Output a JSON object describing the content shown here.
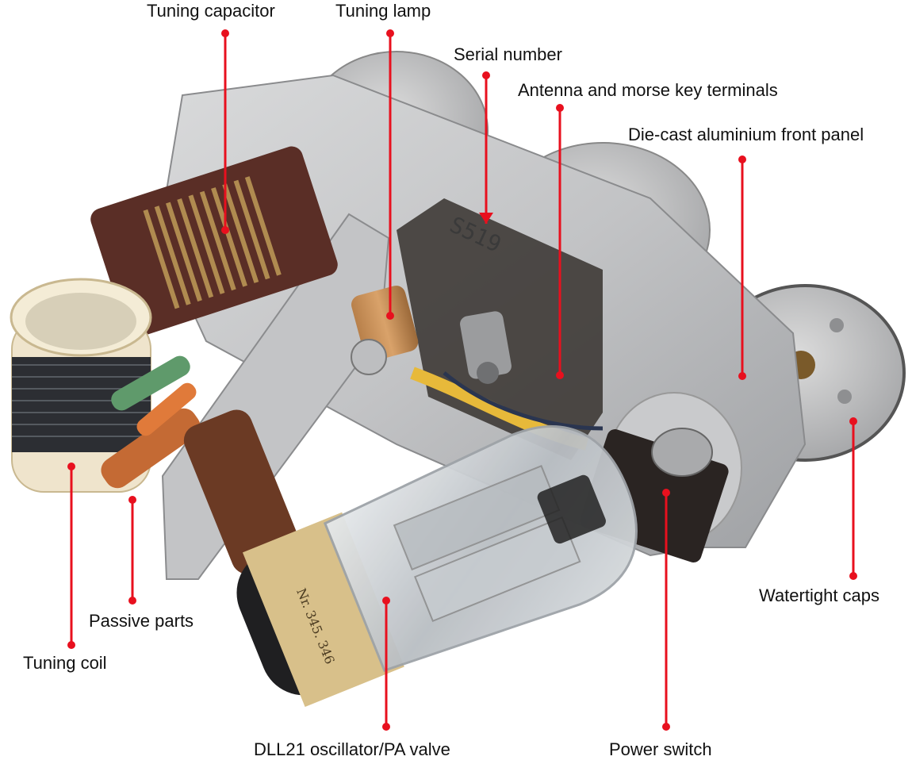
{
  "annotation_color": "#e8101e",
  "labels": {
    "tuning_capacitor": "Tuning capacitor",
    "tuning_lamp": "Tuning lamp",
    "serial_number": "Serial number",
    "antenna_terminals": "Antenna and morse key terminals",
    "front_panel": "Die-cast aluminium front panel",
    "watertight_caps": "Watertight caps",
    "passive_parts": "Passive parts",
    "tuning_coil": "Tuning coil",
    "valve": "DLL21 oscillator/PA valve",
    "power_switch": "Power switch"
  },
  "photo": {
    "serial_marking": "S519",
    "valve_label_text": "Nr. 345. 346"
  }
}
